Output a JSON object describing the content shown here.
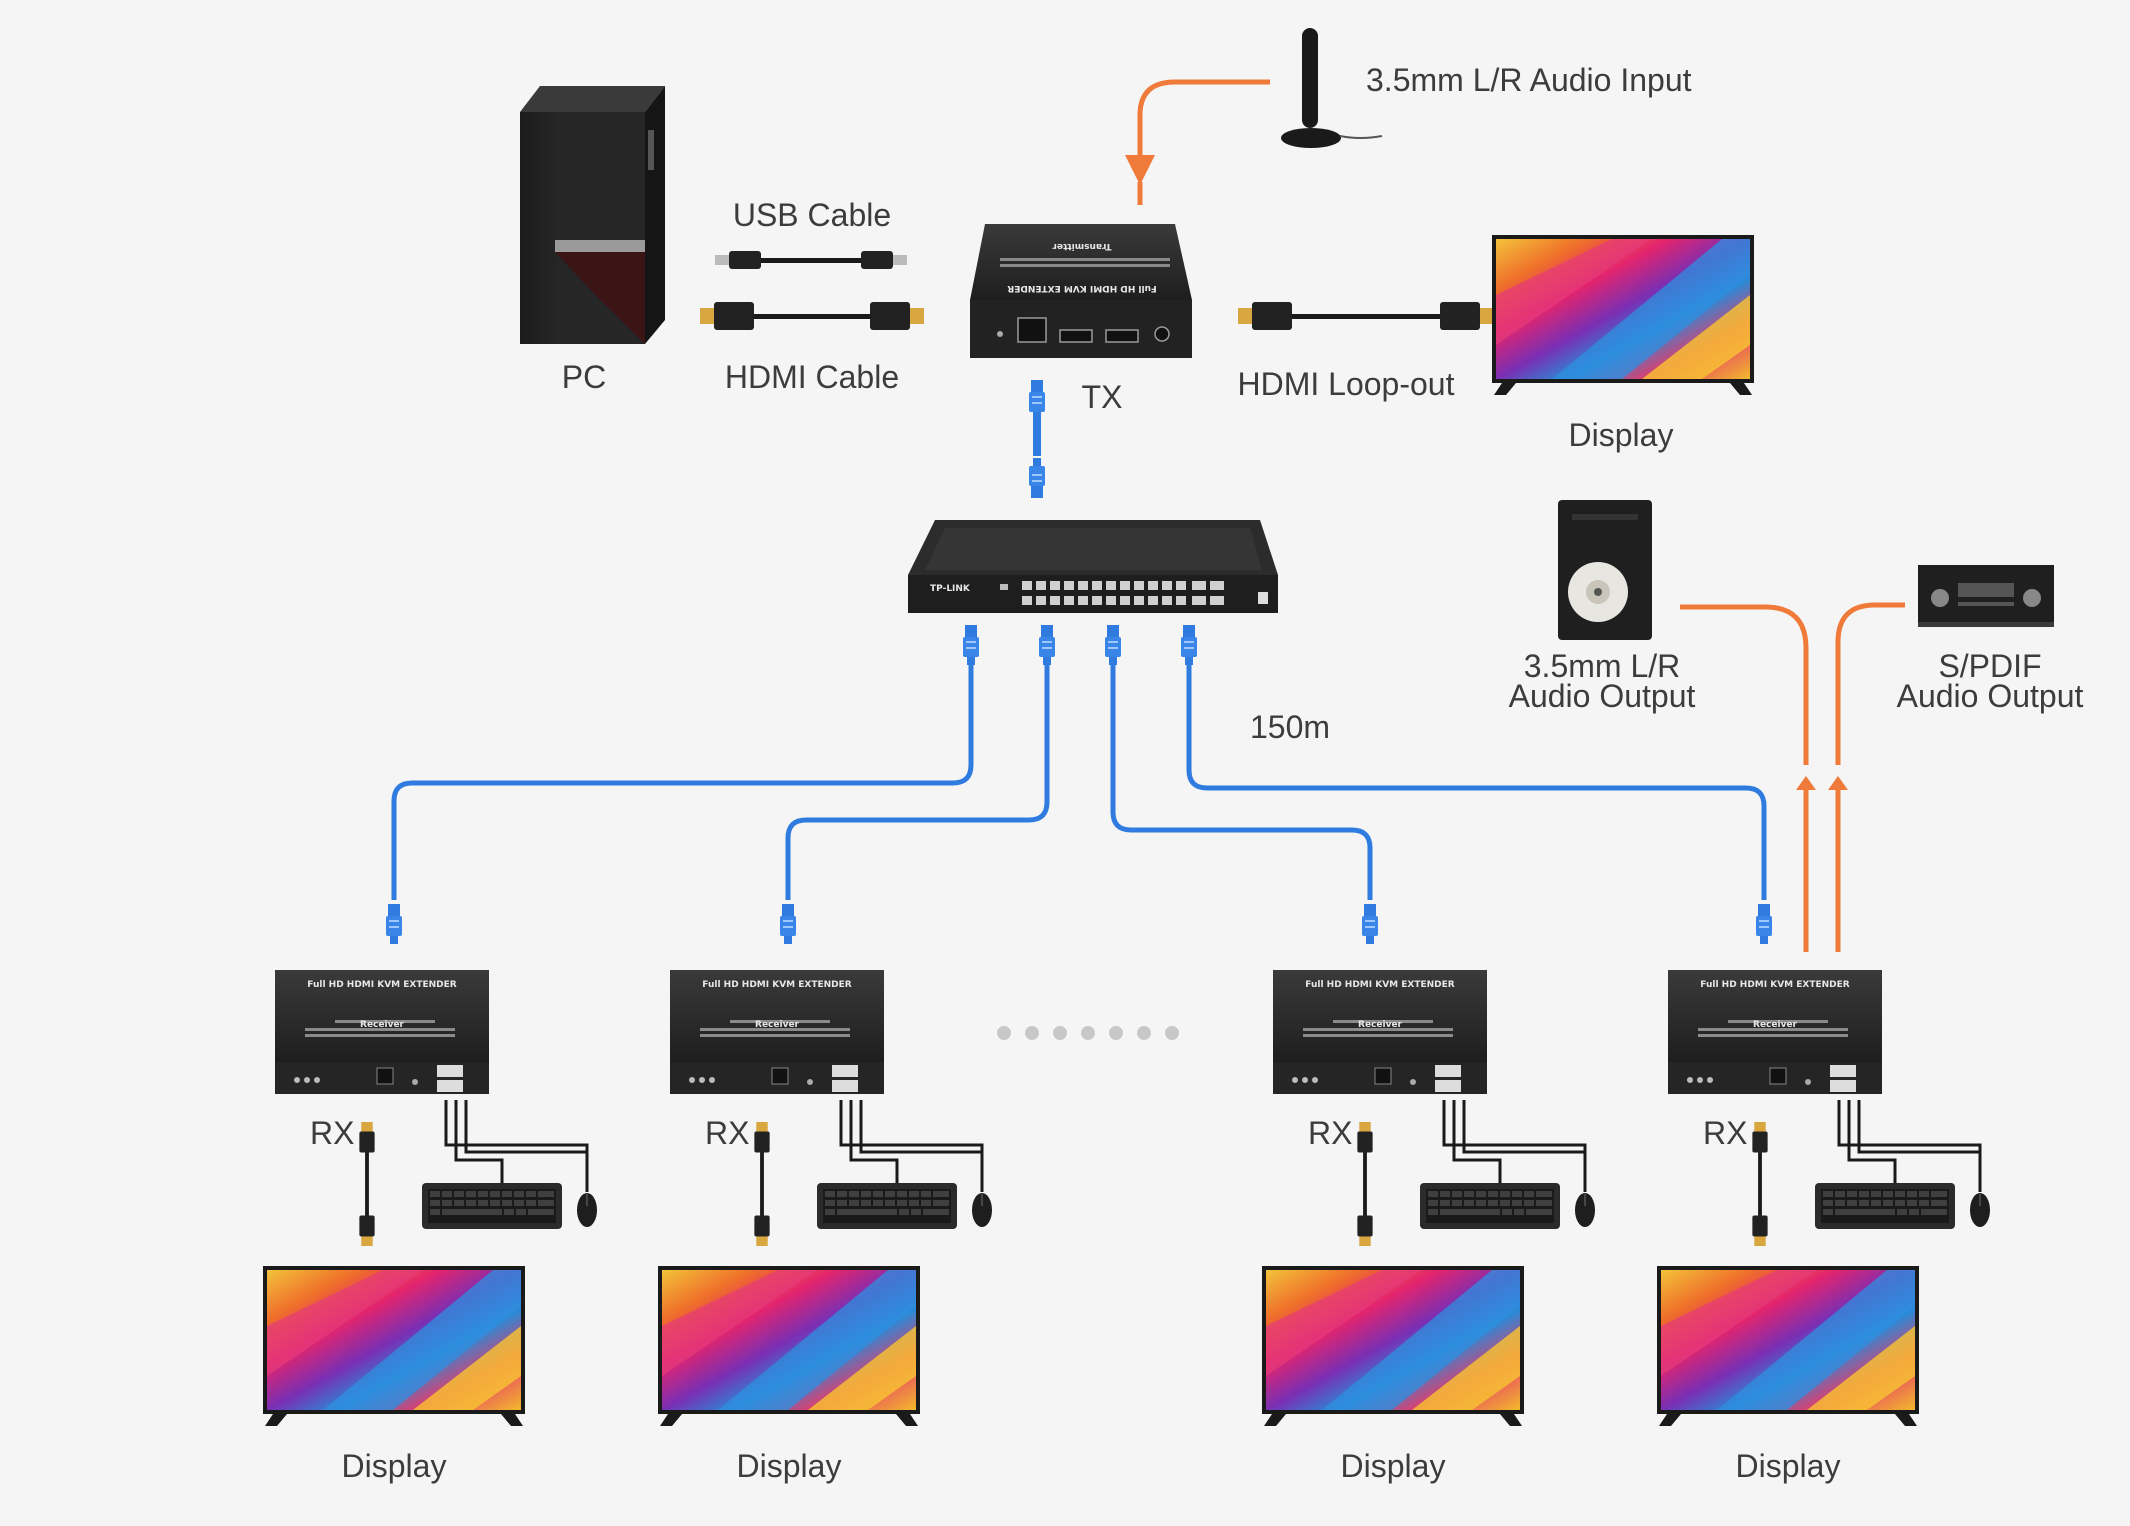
{
  "colors": {
    "background": "#f5f5f5",
    "ethernet_cable": "#2f7be0",
    "audio_arrow": "#ef7a3a",
    "device_body": "#2a2a2a",
    "label_text": "#3c3c3c"
  },
  "labels": {
    "audio_input": "3.5mm L/R Audio Input",
    "usb_cable": "USB Cable",
    "hdmi_cable": "HDMI Cable",
    "pc": "PC",
    "tx": "TX",
    "hdmi_loopout": "HDMI Loop-out",
    "display_top": "Display",
    "audio_output_35": [
      "3.5mm L/R",
      "Audio Output"
    ],
    "spdif_output": [
      "S/PDIF",
      "Audio Output"
    ],
    "distance": "150m"
  },
  "transmitter": {
    "top_text": "Full HD HDMI KVM EXTENDER",
    "sub_text": "Transmitter"
  },
  "receivers": [
    {
      "label": "RX",
      "display_label": "Display",
      "top_text": "Full HD HDMI KVM EXTENDER",
      "sub_text": "Receiver"
    },
    {
      "label": "RX",
      "display_label": "Display",
      "top_text": "Full HD HDMI KVM EXTENDER",
      "sub_text": "Receiver"
    },
    {
      "label": "RX",
      "display_label": "Display",
      "top_text": "Full HD HDMI KVM EXTENDER",
      "sub_text": "Receiver"
    },
    {
      "label": "RX",
      "display_label": "Display",
      "top_text": "Full HD HDMI KVM EXTENDER",
      "sub_text": "Receiver"
    }
  ],
  "switch": {
    "brand": "TP-LINK"
  },
  "icons": [
    "pc-tower-icon",
    "antenna-icon",
    "speaker-icon",
    "av-receiver-icon",
    "network-switch-icon",
    "keyboard-icon",
    "mouse-icon",
    "display-icon",
    "hdmi-cable-icon",
    "usb-cable-icon",
    "rj45-connector-icon",
    "ellipsis-dots-icon"
  ]
}
